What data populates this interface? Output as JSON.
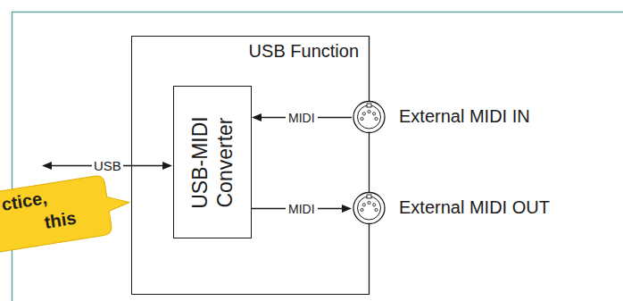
{
  "diagram": {
    "nodes": [
      {
        "text": [
          "USB Function"
        ]
      },
      {
        "text": [
          "USB-MIDI Converter"
        ],
        "in": 0
      },
      {
        "text": [
          "External MIDI IN"
        ]
      },
      {
        "text": [
          "External MIDI OUT"
        ]
      }
    ],
    "edges": [
      {
        "from": 2,
        "to": 1,
        "label": "MIDI",
        "arrow": "to"
      },
      {
        "from": 1,
        "to": 3,
        "label": "MIDI",
        "arrow": "to"
      }
    ],
    "labels": [
      "USB",
      "ctice,",
      "this"
    ]
  }
}
